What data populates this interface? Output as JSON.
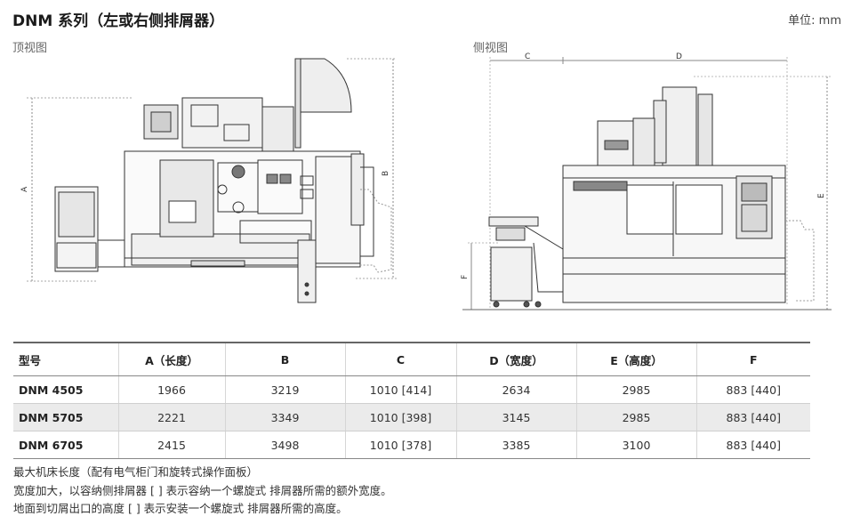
{
  "header": {
    "title": "DNM 系列（左或右侧排屑器）",
    "unit": "单位: mm"
  },
  "views": {
    "top_label": "顶视图",
    "side_label": "侧视图",
    "dim_a": "A",
    "dim_b": "B",
    "dim_c": "C",
    "dim_d": "D",
    "dim_e": "E",
    "dim_f": "F"
  },
  "table": {
    "headers": [
      "型号",
      "A（长度）",
      "B",
      "C",
      "D（宽度）",
      "E（高度）",
      "F"
    ],
    "rows": [
      [
        "DNM 4505",
        "1966",
        "3219",
        "1010 [414]",
        "2634",
        "2985",
        "883 [440]"
      ],
      [
        "DNM 5705",
        "2221",
        "3349",
        "1010 [398]",
        "3145",
        "2985",
        "883 [440]"
      ],
      [
        "DNM 6705",
        "2415",
        "3498",
        "1010 [378]",
        "3385",
        "3100",
        "883 [440]"
      ]
    ]
  },
  "notes": [
    "最大机床长度（配有电气柜门和旋转式操作面板）",
    "宽度加大，以容纳侧排屑器 [ ] 表示容纳一个螺旋式 排屑器所需的额外宽度。",
    "地面到切屑出口的高度 [ ] 表示安装一个螺旋式 排屑器所需的高度。"
  ]
}
